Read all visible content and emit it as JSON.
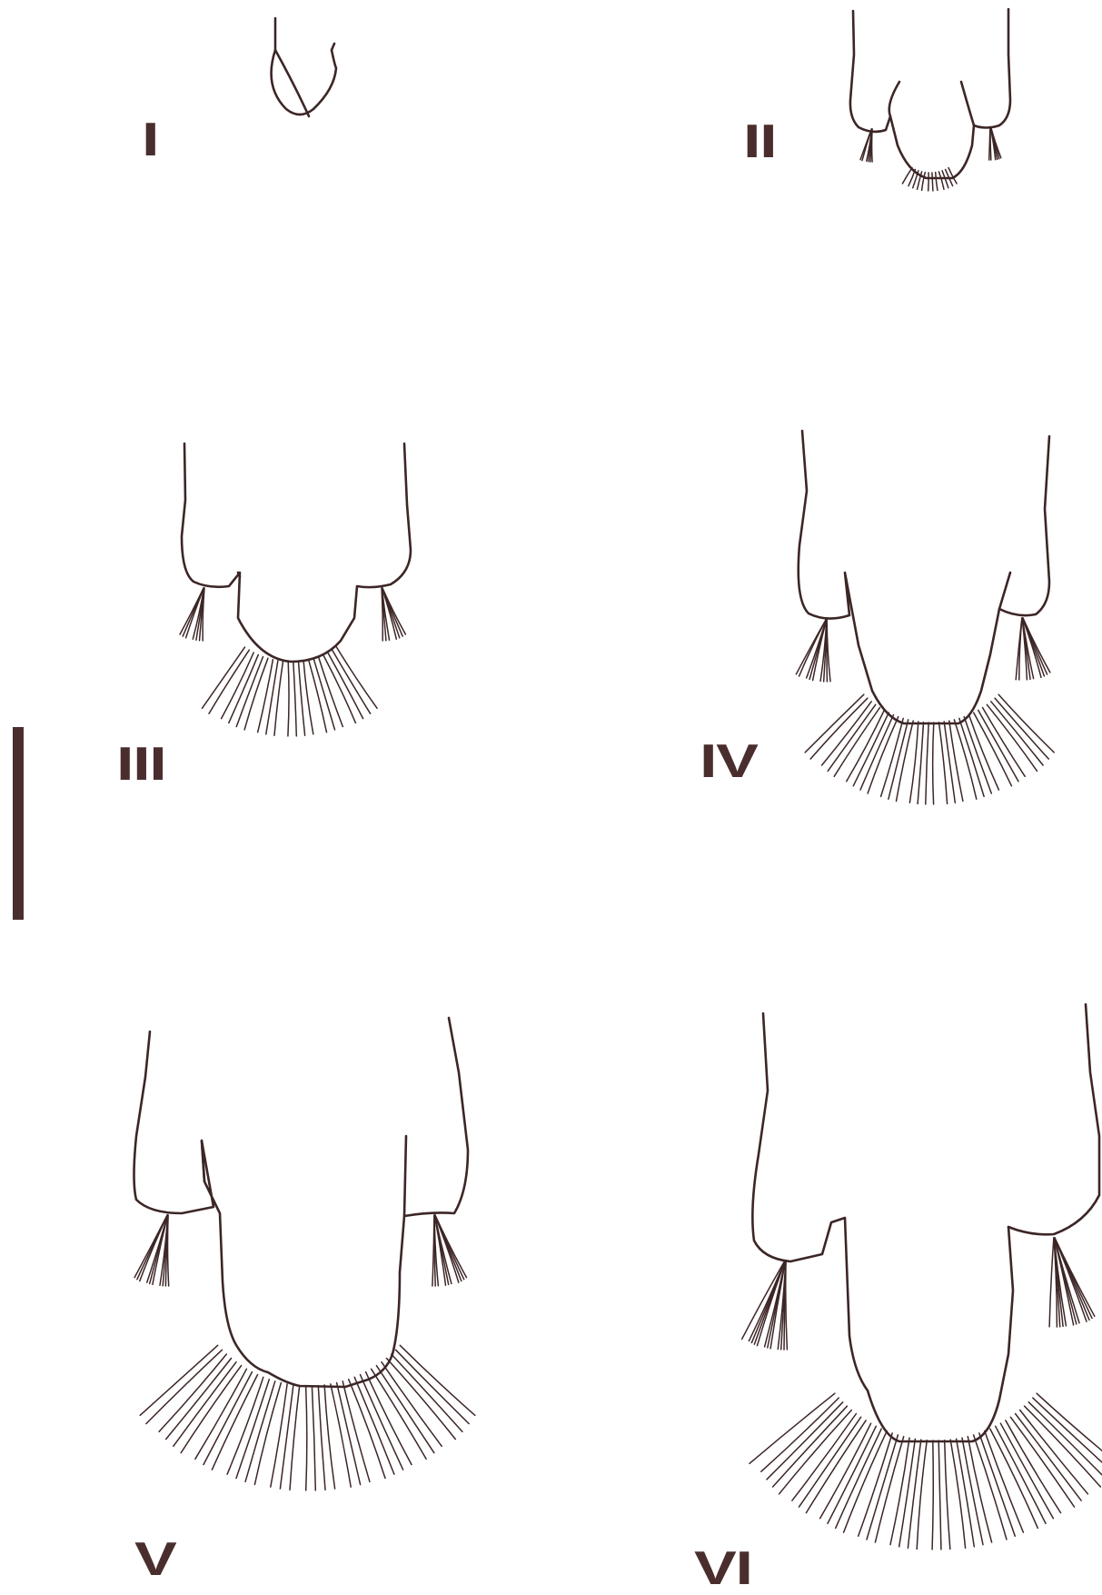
{
  "stage_labels": [
    "I",
    "II",
    "III",
    "IV",
    "V",
    "VI"
  ],
  "colors": {
    "ink": "#3d2626",
    "label": "#4a2e2e",
    "background": "#ffffff"
  }
}
